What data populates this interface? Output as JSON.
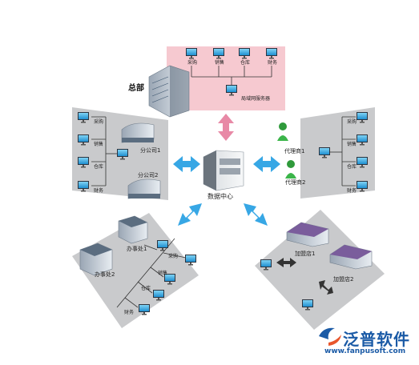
{
  "headquarters": {
    "title": "总部",
    "depts": [
      "采购",
      "销售",
      "仓库",
      "财务"
    ],
    "server": "局域网服务器"
  },
  "branch_left": {
    "depts": [
      "采购",
      "销售",
      "仓库",
      "财务"
    ],
    "branch1": "分公司1",
    "branch2": "分公司2"
  },
  "agents": {
    "agent1": "代理商1",
    "agent2": "代理商2",
    "depts": [
      "采购",
      "销售",
      "仓库",
      "财务"
    ]
  },
  "datacenter": {
    "label": "数据中心"
  },
  "offices": {
    "office1": "办事处1",
    "office2": "办事处2",
    "depts": [
      "采购",
      "销售",
      "仓库",
      "财务"
    ]
  },
  "stores": {
    "store1": "加盟店1",
    "store2": "加盟店2"
  },
  "logo": {
    "name": "泛普软件",
    "url": "www.fanpusoft.com"
  }
}
